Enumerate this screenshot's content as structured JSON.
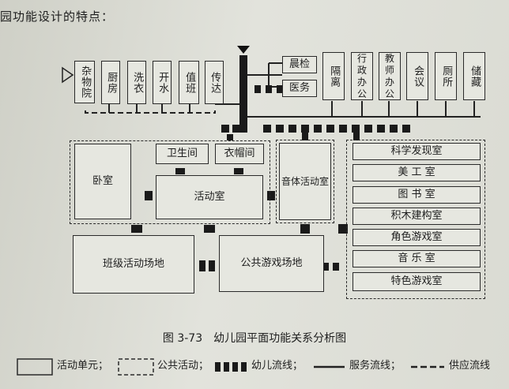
{
  "intro_text": "园功能设计的特点：",
  "rooms_top_left": [
    "杂物院",
    "厨房",
    "洗衣",
    "开水",
    "值班",
    "传达"
  ],
  "rooms_top_right": {
    "morning_check": "晨检",
    "clinic": "医务",
    "isolation": "隔离",
    "admin_office": "行政办公",
    "teacher_office": "教师办公",
    "meeting": "会议",
    "toilet": "厕所",
    "storage": "储藏"
  },
  "unit": {
    "washroom": "卫生间",
    "cloakroom": "衣帽间",
    "bedroom": "卧室",
    "activity_room": "活动室"
  },
  "music_sports_room": "音体活动室",
  "function_rooms": [
    "科学发现室",
    "美 工 室",
    "图 书 室",
    "积木建构室",
    "角色游戏室",
    "音 乐 室",
    "特色游戏室"
  ],
  "class_yard": "班级活动场地",
  "public_yard": "公共游戏场地",
  "figure_caption": "图 3-73　幼儿园平面功能关系分析图",
  "legend": {
    "activity_unit": "活动单元；",
    "public_activity": "公共活动；",
    "child_flow": "幼儿流线；",
    "service_flow": "服务流线；",
    "supply_flow": "供应流线"
  }
}
